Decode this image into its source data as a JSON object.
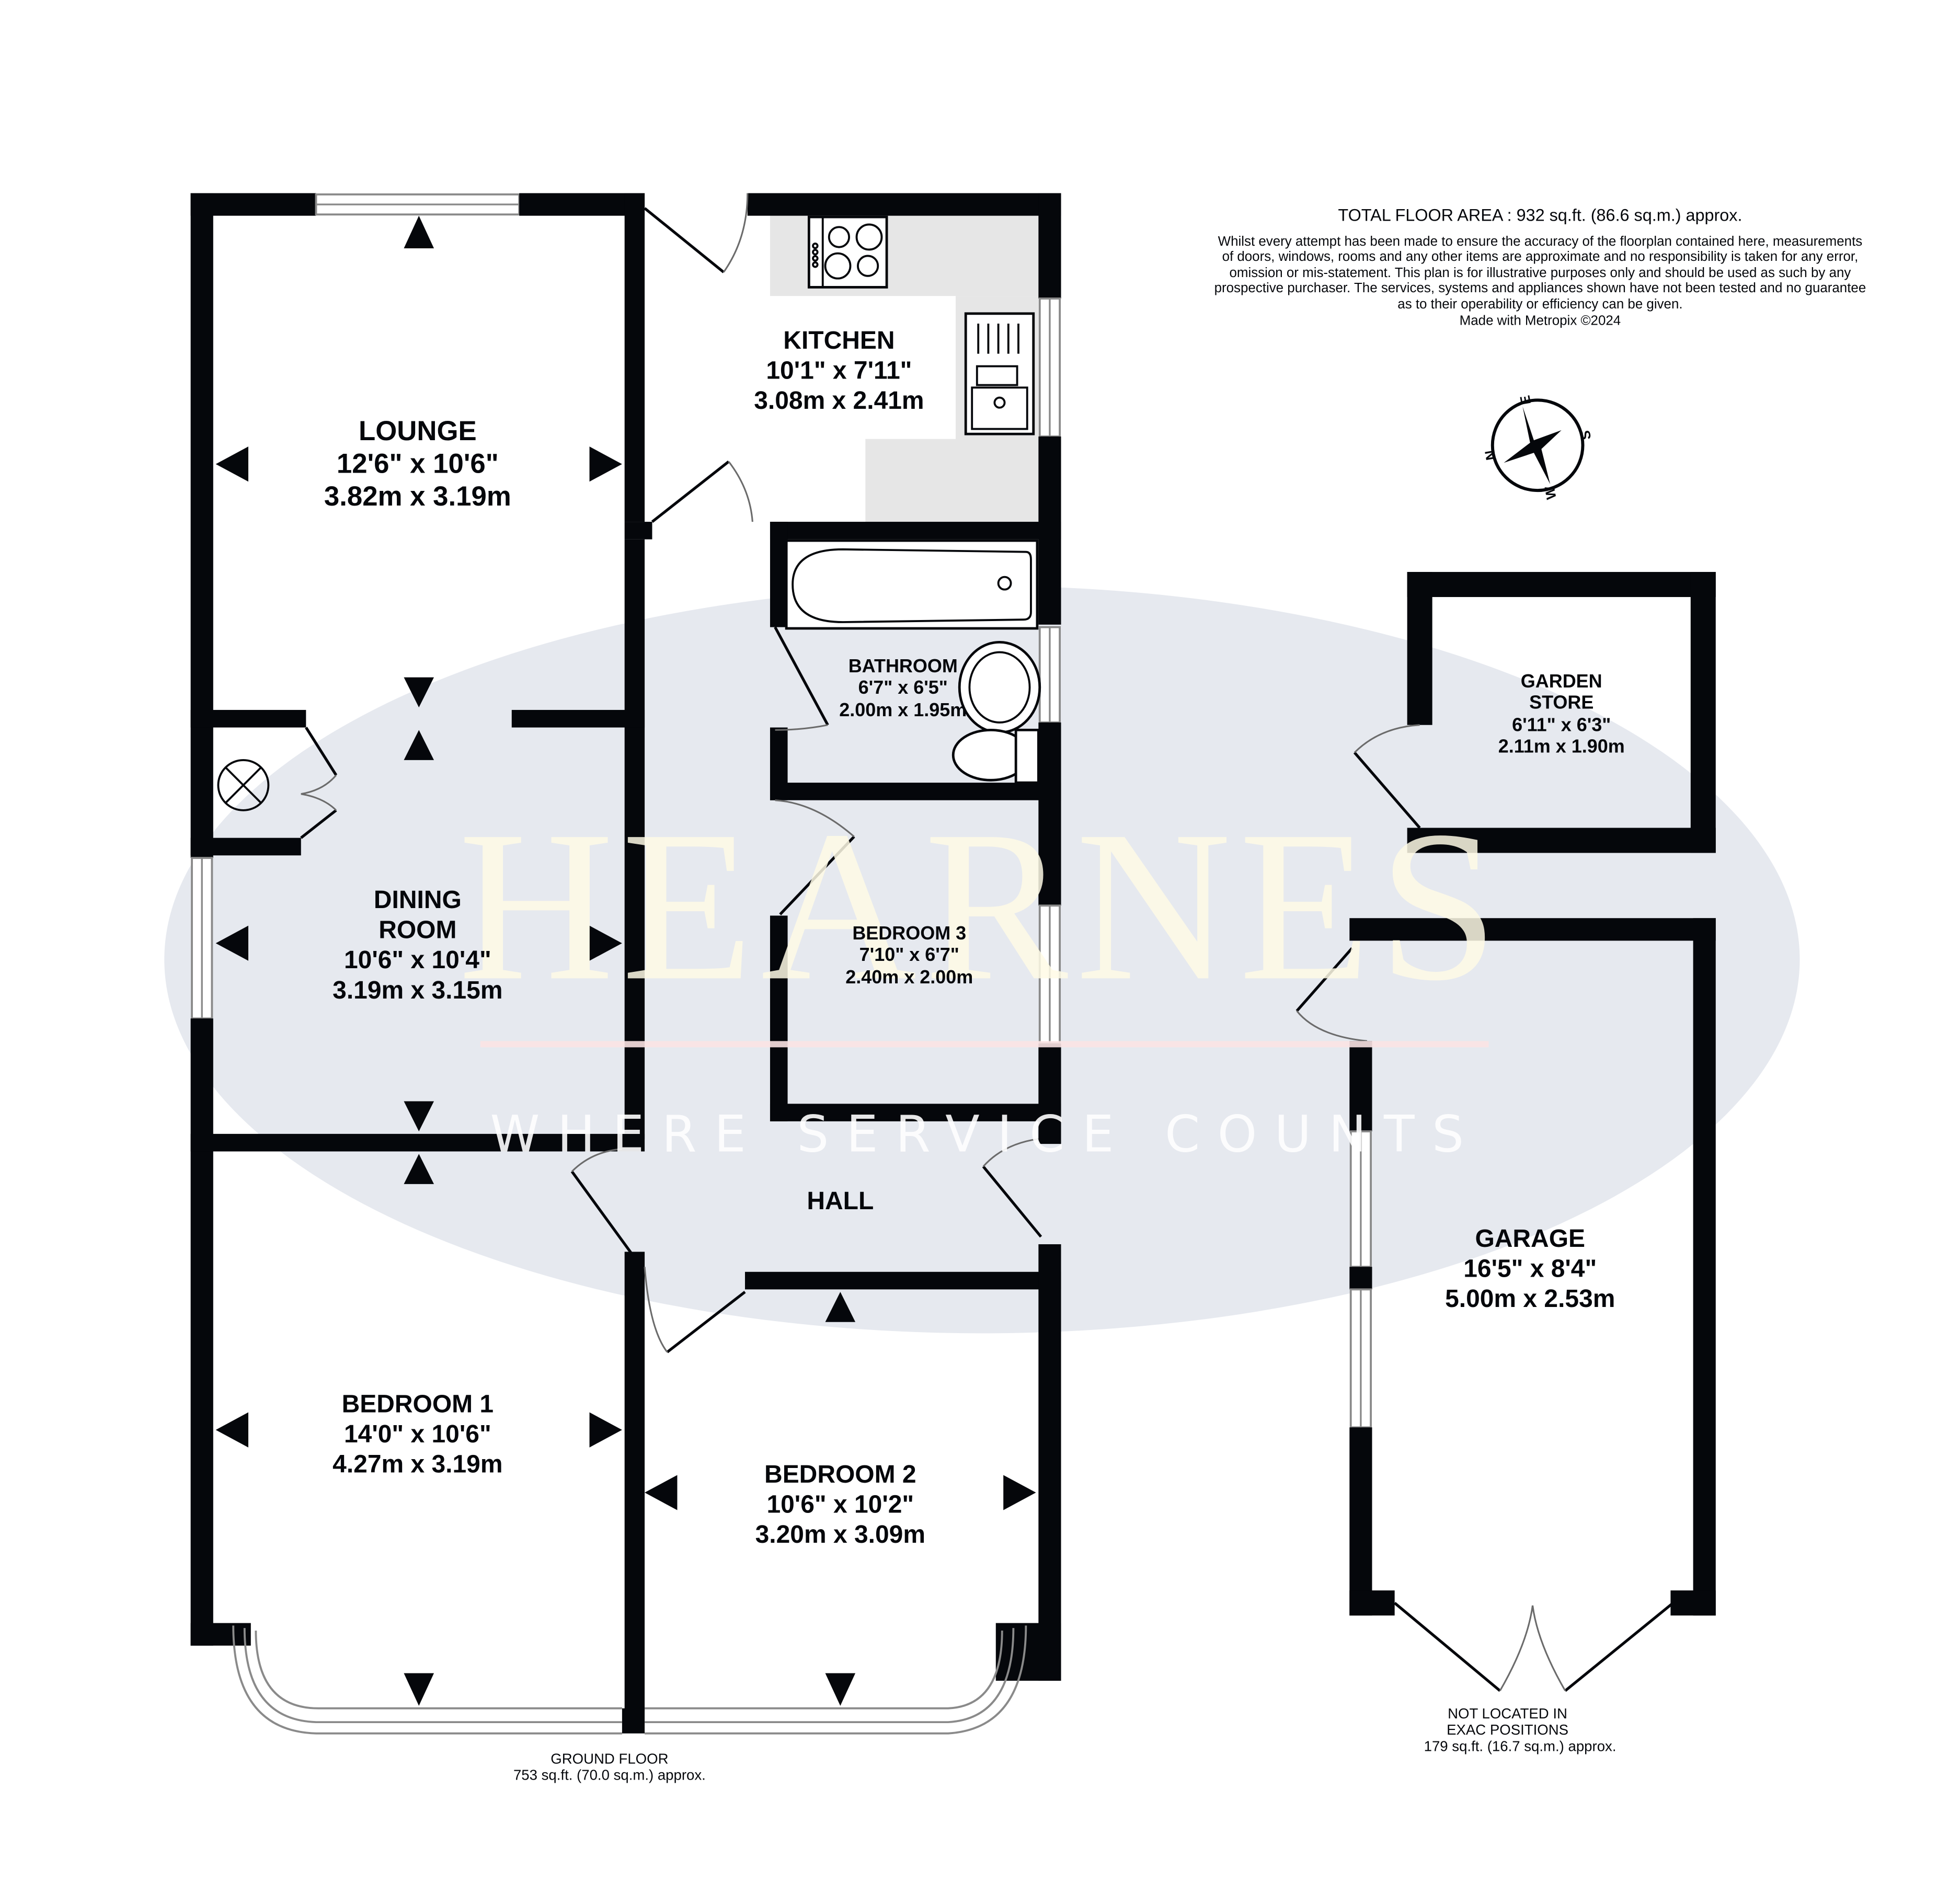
{
  "header": {
    "total_area": "TOTAL FLOOR AREA : 932 sq.ft. (86.6 sq.m.) approx.",
    "disclaimer_lines": [
      "Whilst every attempt has been made to ensure the accuracy of the floorplan contained here, measurements",
      "of doors, windows, rooms and any other items are approximate and no responsibility is taken for any error,",
      "omission or mis-statement. This plan is for illustrative purposes only and should be used as such by any",
      "prospective purchaser. The services, systems and appliances shown have not been tested and no guarantee",
      "as to their operability or efficiency can be given."
    ],
    "credit": "Made with Metropix ©2024"
  },
  "compass": {
    "n": "N",
    "e": "E",
    "s": "S",
    "w": "W"
  },
  "watermark": {
    "brand": "HEARNES",
    "tagline": "WHERE SERVICE COUNTS",
    "ellipse_color": "#e6e9ef",
    "brand_color": "#fffbe6"
  },
  "rooms": {
    "lounge": {
      "name": "LOUNGE",
      "imperial": "12'6\"  x 10'6\"",
      "metric": "3.82m  x 3.19m"
    },
    "kitchen": {
      "name": "KITCHEN",
      "imperial": "10'1\"  x 7'11\"",
      "metric": "3.08m  x 2.41m"
    },
    "bathroom": {
      "name": "BATHROOM",
      "imperial": "6'7\"  x 6'5\"",
      "metric": "2.00m  x 1.95m"
    },
    "dining": {
      "name1": "DINING",
      "name2": "ROOM",
      "imperial": "10'6\"  x 10'4\"",
      "metric": "3.19m  x 3.15m"
    },
    "bedroom3": {
      "name": "BEDROOM 3",
      "imperial": "7'10\"  x 6'7\"",
      "metric": "2.40m  x 2.00m"
    },
    "hall": {
      "name": "HALL"
    },
    "bedroom1": {
      "name": "BEDROOM 1",
      "imperial": "14'0\"  x 10'6\"",
      "metric": "4.27m  x 3.19m"
    },
    "bedroom2": {
      "name": "BEDROOM 2",
      "imperial": "10'6\"  x 10'2\"",
      "metric": "3.20m  x 3.09m"
    },
    "garden_store": {
      "name1": "GARDEN",
      "name2": "STORE",
      "imperial": "6'11\"  x 6'3\"",
      "metric": "2.11m  x 1.90m"
    },
    "garage": {
      "name": "GARAGE",
      "imperial": "16'5\"  x 8'4\"",
      "metric": "5.00m  x 2.53m"
    }
  },
  "floors": {
    "ground": {
      "title": "GROUND FLOOR",
      "area": "753 sq.ft. (70.0 sq.m.) approx."
    },
    "outbuildings": {
      "note1": "NOT LOCATED IN",
      "note2": "EXAC POSITIONS",
      "area": "179 sq.ft. (16.7 sq.m.) approx."
    }
  }
}
